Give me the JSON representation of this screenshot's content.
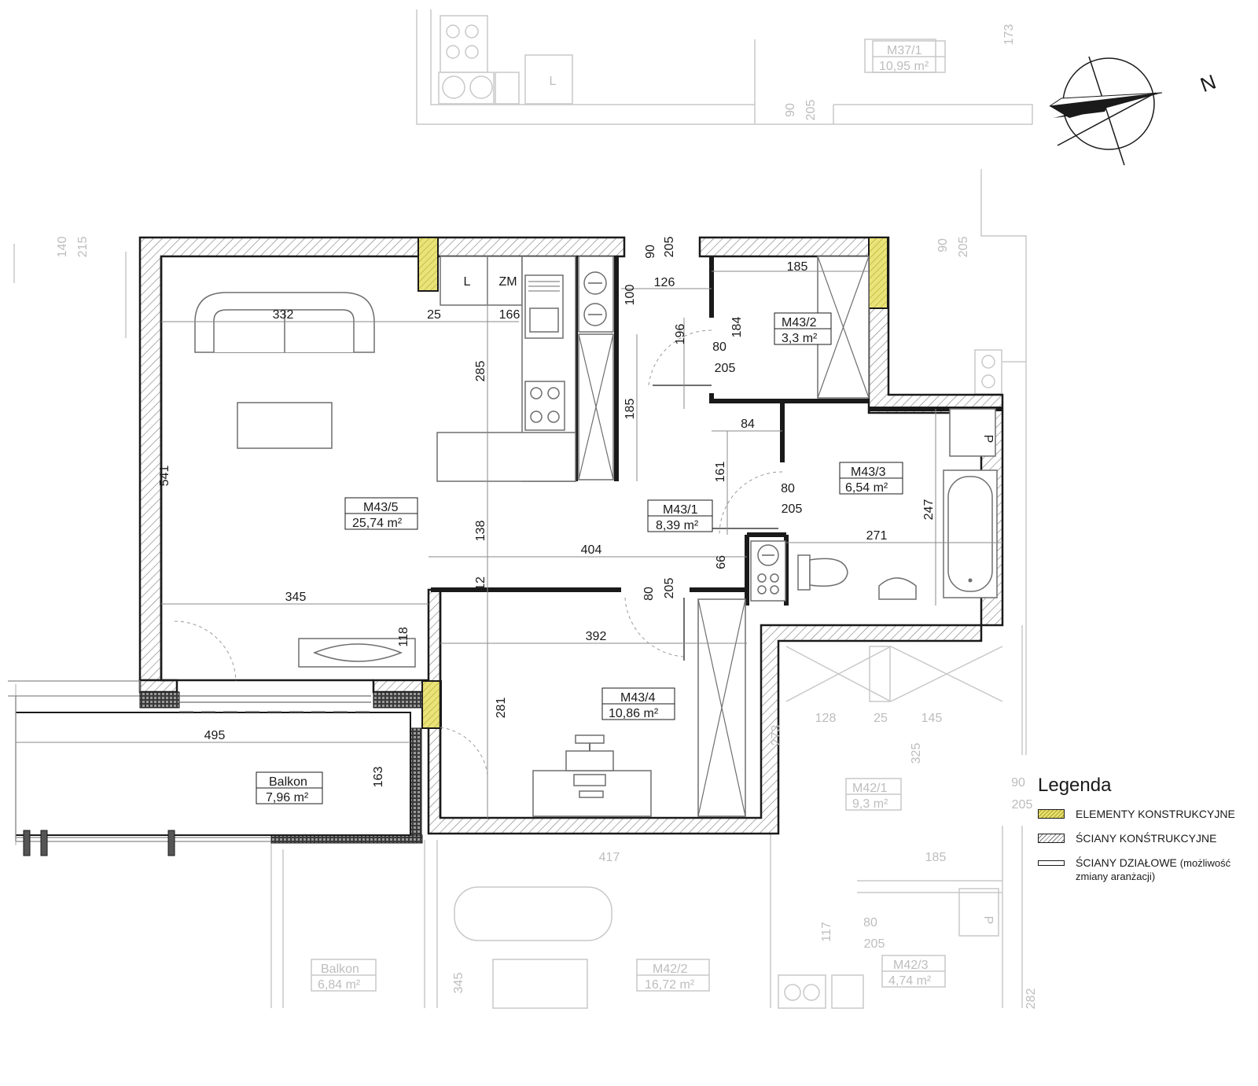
{
  "compass": {
    "label": "N"
  },
  "rooms": [
    {
      "id": "M43/5",
      "area": "25,74 m²"
    },
    {
      "id": "M43/1",
      "area": "8,39 m²"
    },
    {
      "id": "M43/2",
      "area": "3,3 m²"
    },
    {
      "id": "M43/3",
      "area": "6,54 m²"
    },
    {
      "id": "M43/4",
      "area": "10,86 m²"
    },
    {
      "id": "Balkon",
      "area": "7,96 m²"
    }
  ],
  "neighbor_rooms": [
    {
      "id": "M37/1",
      "area": "10,95 m²"
    },
    {
      "id": "M42/1",
      "area": "9,3 m²"
    },
    {
      "id": "M42/2",
      "area": "16,72 m²"
    },
    {
      "id": "M42/3",
      "area": "4,74 m²"
    },
    {
      "id": "Balkon",
      "area": "6,84 m²"
    }
  ],
  "fixtures": {
    "laundry": "L",
    "fridge_freezer": "ZM",
    "washer_bath": "P",
    "laundry_top": "L",
    "washer_below": "P"
  },
  "dimensions": {
    "living_width": "332",
    "living_gap": "25",
    "kitchen_width": "166",
    "living_height": "541",
    "kitchen_depth": "285",
    "living_lower": "138",
    "hall_tall": "185",
    "hall_width": "404",
    "living_bottom": "345",
    "balcony_depth_sill": "118",
    "balcony_width": "495",
    "balcony_depth": "163",
    "bedroom_width": "392",
    "bedroom_height": "281",
    "partition_gap": "12",
    "hall_door_width": "80",
    "hall_door_height": "205",
    "wc_width": "185",
    "wc_height": "184",
    "wc_door_h": "196",
    "wc_door_w": "126",
    "wc_door_80": "80",
    "wc_door_205": "205",
    "hall_84": "84",
    "hall_161": "161",
    "hall_66": "66",
    "bath_door_80": "80",
    "bath_door_205": "205",
    "bath_width": "271",
    "bath_height": "247",
    "entry_90": "90",
    "entry_205": "205",
    "kitchen_100": "100",
    "top_90": "90",
    "top_205": "205",
    "top_173": "173",
    "left_140": "140",
    "left_215": "215",
    "right_90": "90",
    "right_205": "205",
    "n_128": "128",
    "n_25": "25",
    "n_145": "145",
    "n_273": "273",
    "n_325": "325",
    "n_90": "90",
    "n_205": "205",
    "n_417": "417",
    "n_185": "185",
    "n_80": "80",
    "n_205b": "205",
    "n_117": "117",
    "n_345": "345",
    "n_282": "282"
  },
  "legend": {
    "title": "Legenda",
    "items": [
      {
        "label": "ELEMENTY KONSTRUKCYJNE",
        "note": ""
      },
      {
        "label": "ŚCIANY KONŚTRUKCYJNE",
        "note": ""
      },
      {
        "label": "ŚCIANY DZIAŁOWE",
        "note": "(możliwość zmiany aranżacji)"
      }
    ]
  },
  "colors": {
    "structural": "#e9e37a",
    "wall_outline": "#1a1a1a",
    "ghost": "#c8c8c8"
  }
}
